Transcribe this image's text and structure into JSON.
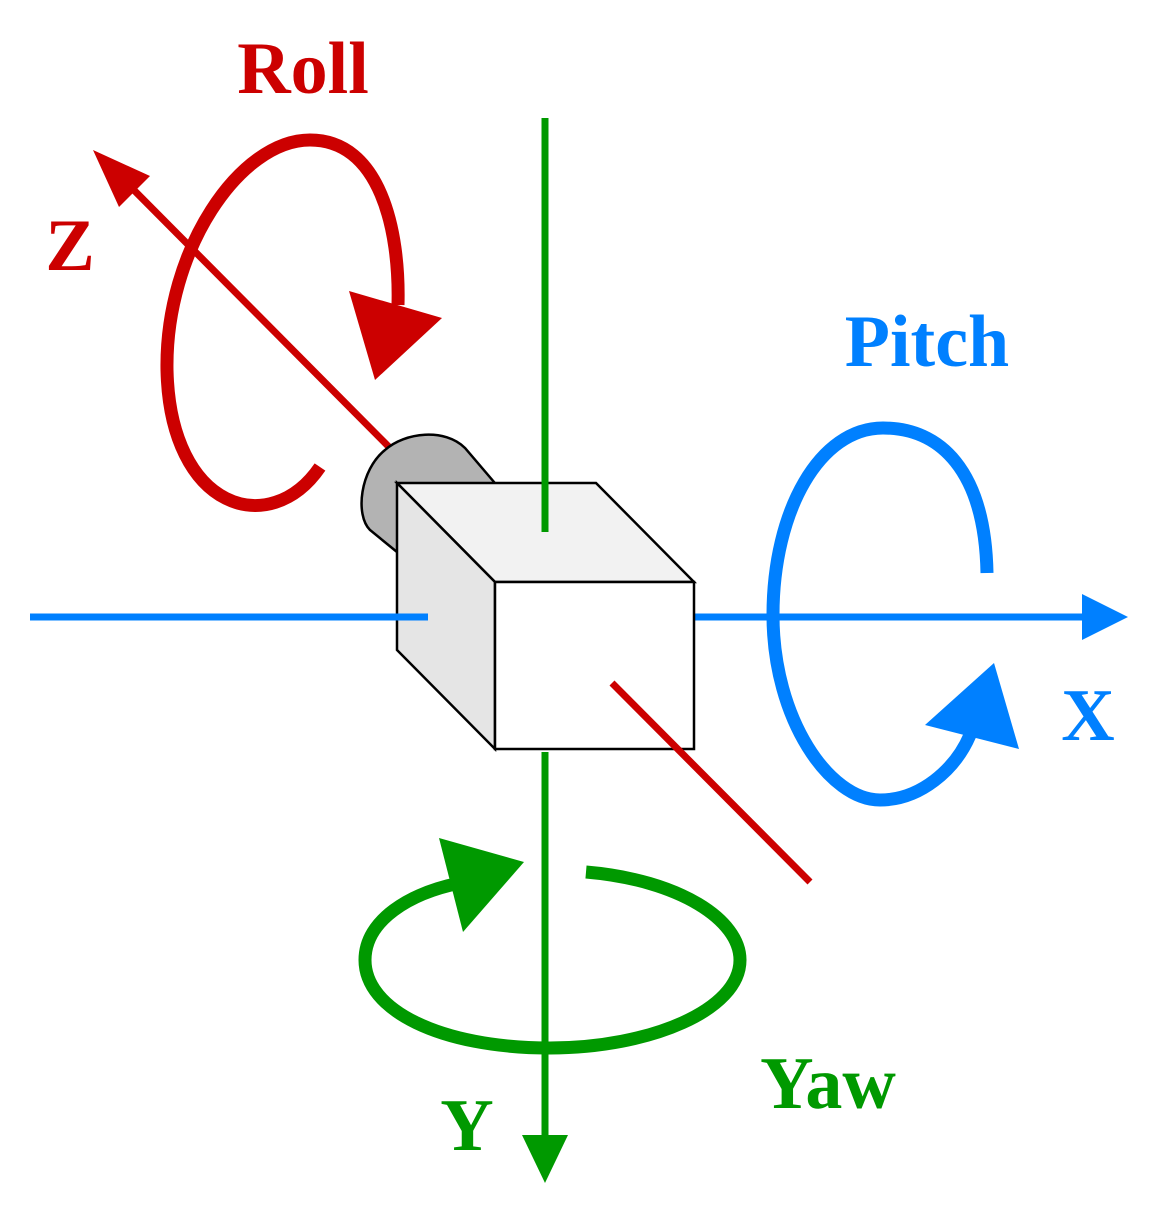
{
  "labels": {
    "roll": "Roll",
    "pitch": "Pitch",
    "yaw": "Yaw",
    "x_axis": "X",
    "y_axis": "Y",
    "z_axis": "Z"
  },
  "colors": {
    "roll_z": "#cc0000",
    "pitch_x": "#0080ff",
    "yaw_y": "#009900",
    "camera_front": "#ffffff",
    "camera_top": "#f2f2f2",
    "camera_side": "#e5e5e5",
    "lens": "#b3b3b3",
    "outline": "#000000"
  }
}
